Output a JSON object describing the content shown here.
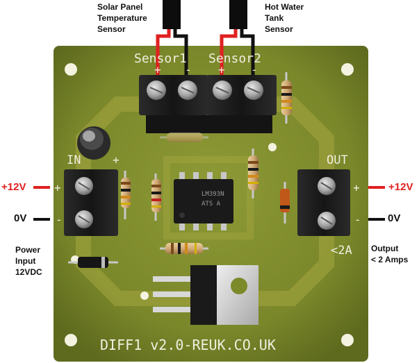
{
  "annotations": {
    "solar_sensor": [
      "Solar Panel",
      "Temperature",
      "Sensor"
    ],
    "tank_sensor": [
      "Hot Water",
      "Tank",
      "Sensor"
    ],
    "power_input": [
      "Power",
      "Input",
      "12VDC"
    ],
    "output": [
      "Output",
      "< 2 Amps"
    ],
    "left_plus": "+12V",
    "left_zero": "0V",
    "right_plus": "+12V",
    "right_zero": "0V"
  },
  "silkscreen": {
    "sensor1": "Sensor1",
    "sensor2": "Sensor2",
    "in": "IN",
    "out": "OUT",
    "plus": "+",
    "minus": "-",
    "current": "<2A",
    "board_id": "DIFF1 v2.0-REUK.CO.UK"
  },
  "colors": {
    "board": "#7d8a2a",
    "silkscreen": "#f1efe0",
    "terminal_block": "#1c1c1c",
    "positive_wire": "#e02020",
    "negative_wire": "#111111"
  }
}
